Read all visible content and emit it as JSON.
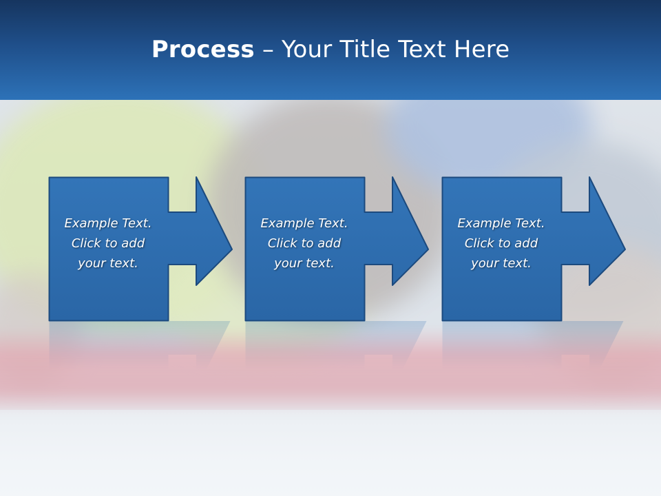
{
  "slide": {
    "title_bold": "Process",
    "title_rest": " – Your Title Text Here"
  },
  "steps": [
    {
      "text": "Example Text.\nClick  to add\nyour text."
    },
    {
      "text": "Example Text.\nClick  to add\nyour text."
    },
    {
      "text": "Example Text.\nClick  to add\nyour text."
    }
  ],
  "colors": {
    "header_top": "#16355f",
    "header_bottom": "#2d72b8",
    "step_fill": "#2e6db0",
    "step_border": "#1c4a7e"
  },
  "background_image": "construction-worker-with-red-level-photo"
}
